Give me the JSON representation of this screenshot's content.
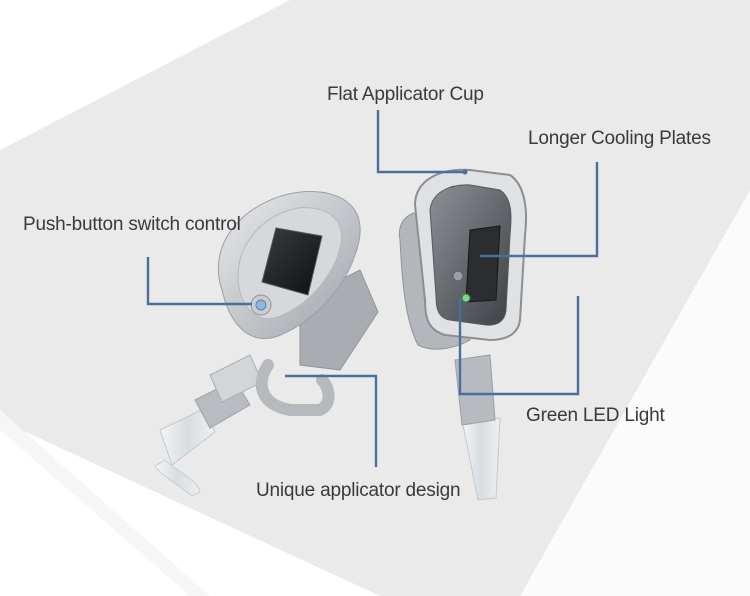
{
  "callouts": {
    "flat_cup": "Flat Applicator Cup",
    "cooling_plates": "Longer Cooling Plates",
    "push_button": "Push-button switch control",
    "green_led": "Green LED Light",
    "unique_design": "Unique applicator design"
  },
  "colors": {
    "leader_line": "#4a6f9c",
    "label_text": "#3a3a3a",
    "device_body": "#c7c9cc",
    "screen": "#1c1d20"
  }
}
